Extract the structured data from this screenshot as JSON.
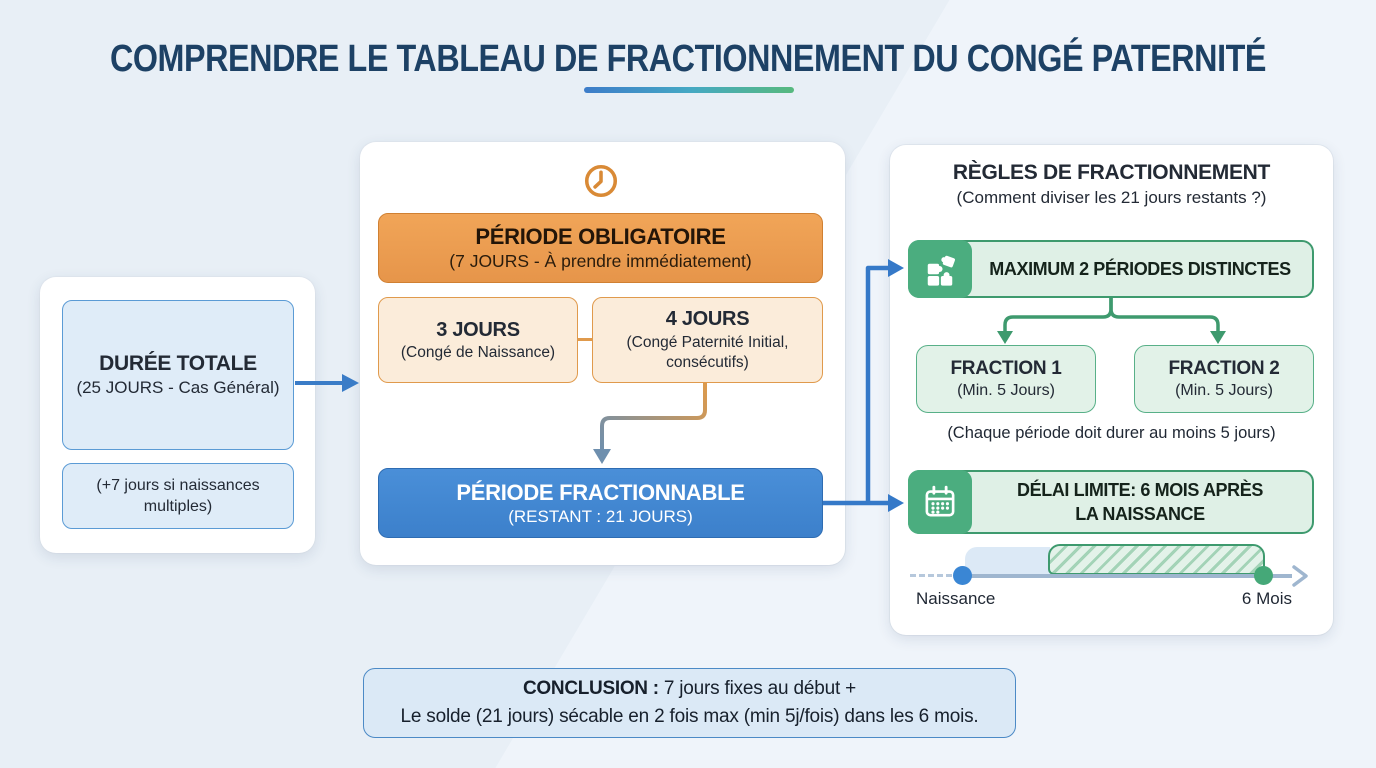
{
  "title": "COMPRENDRE LE TABLEAU DE FRACTIONNEMENT DU CONGÉ PATERNITÉ",
  "colors": {
    "accent_blue": "#3A7CC7",
    "navy_title": "#1D4165",
    "orange": "#EC9D4E",
    "green": "#4BAD7F",
    "green_dark": "#3E9A6E",
    "light_green": "#DFF0E6",
    "light_blue": "#DFECF8",
    "blue_box": "#3E86D1"
  },
  "icons": {
    "clock": "clock-icon",
    "puzzle": "puzzle-icon",
    "calendar": "calendar-icon",
    "timeline_arrow": "arrow-right-icon"
  },
  "left_card": {
    "main": {
      "title": "DURÉE TOTALE",
      "subtitle": "(25 JOURS - Cas Général)"
    },
    "note": "(+7 jours si naissances multiples)"
  },
  "middle_card": {
    "mandatory": {
      "title": "PÉRIODE OBLIGATOIRE",
      "subtitle": "(7 JOURS - À prendre immédiatement)"
    },
    "parts": [
      {
        "title": "3 JOURS",
        "subtitle": "(Congé de Naissance)"
      },
      {
        "title": "4 JOURS",
        "subtitle": "(Congé Paternité Initial, consécutifs)"
      }
    ],
    "fractionable": {
      "title": "PÉRIODE FRACTIONNABLE",
      "subtitle": "(RESTANT : 21 JOURS)"
    }
  },
  "right_card": {
    "header": {
      "title": "RÈGLES DE FRACTIONNEMENT",
      "subtitle": "(Comment diviser les 21 jours restants ?)"
    },
    "rule_max": "MAXIMUM 2 PÉRIODES DISTINCTES",
    "fractions": [
      {
        "title": "FRACTION 1",
        "subtitle": "(Min. 5 Jours)"
      },
      {
        "title": "FRACTION 2",
        "subtitle": "(Min. 5 Jours)"
      }
    ],
    "note": "(Chaque période doit durer au moins 5 jours)",
    "rule_deadline": {
      "line1": "DÉLAI LIMITE: 6 MOIS APRÈS",
      "line2": "LA NAISSANCE"
    },
    "timeline": {
      "start_label": "Naissance",
      "end_label": "6 Mois"
    }
  },
  "conclusion": {
    "label": "CONCLUSION :",
    "line1_rest": " 7 jours fixes au début +",
    "line2": "Le solde (21 jours) sécable en 2 fois max (min 5j/fois) dans les 6 mois."
  }
}
